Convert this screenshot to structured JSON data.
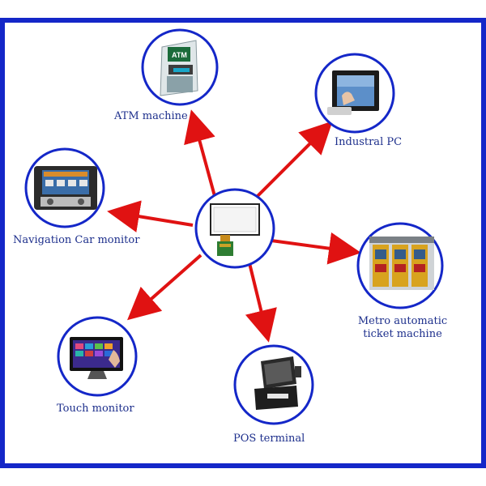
{
  "colors": {
    "border": "#1427c8",
    "arrow": "#e01212",
    "label": "#1d2f8c"
  },
  "center": {
    "name": "touch-panel",
    "icon": "touch-panel-icon"
  },
  "nodes": {
    "atm": {
      "label": "ATM machine",
      "icon": "atm-icon"
    },
    "industrial_pc": {
      "label": "Industral PC",
      "icon": "industrial-pc-icon"
    },
    "car_monitor": {
      "label": "Navigation Car monitor",
      "icon": "car-navigation-icon"
    },
    "metro": {
      "label_line1": "Metro automatic",
      "label_line2": "ticket machine",
      "icon": "ticket-machine-icon"
    },
    "touch_monitor": {
      "label": "Touch monitor",
      "icon": "touch-monitor-icon"
    },
    "pos": {
      "label": "POS terminal",
      "icon": "pos-terminal-icon"
    }
  }
}
